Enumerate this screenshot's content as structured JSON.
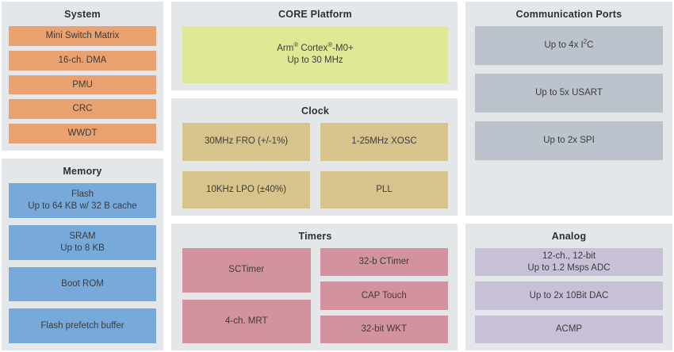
{
  "colors": {
    "panel_bg": "#e3e7ea",
    "system_block": "#e8a16f",
    "memory_block": "#77a9db",
    "core_block": "#dfe895",
    "clock_block": "#d6c48c",
    "timers_block": "#d2939f",
    "comm_block": "#bdc3cd",
    "analog_block": "#c7c0d7",
    "text": "#3c3c3c"
  },
  "system": {
    "title": "System",
    "items": [
      "Mini Switch Matrix",
      "16-ch. DMA",
      "PMU",
      "CRC",
      "WWDT"
    ]
  },
  "memory": {
    "title": "Memory",
    "items": [
      {
        "l1": "Flash",
        "l2": "Up to 64 KB w/ 32 B cache"
      },
      {
        "l1": "SRAM",
        "l2": "Up to 8 KB"
      },
      {
        "l1": "Boot ROM"
      },
      {
        "l1": "Flash prefetch buffer"
      }
    ]
  },
  "core": {
    "title": "CORE Platform",
    "p1": "Arm",
    "r1": "®",
    "p2": " Cortex",
    "r2": "®",
    "p3": "-M0+",
    "line2": "Up to 30 MHz"
  },
  "clock": {
    "title": "Clock",
    "items": [
      "30MHz FRO (+/-1%)",
      "1-25MHz XOSC",
      "10KHz LPO (±40%)",
      "PLL"
    ]
  },
  "timers": {
    "title": "Timers",
    "left": [
      "SCTimer",
      "4-ch. MRT"
    ],
    "right": [
      "32-b CTimer",
      "CAP Touch",
      "32-bit WKT"
    ]
  },
  "comm": {
    "title": "Communication Ports",
    "items": [
      {
        "pre": "Up to 4x I",
        "sup": "2",
        "post": "C"
      },
      {
        "text": "Up to 5x USART"
      },
      {
        "text": "Up to 2x SPI"
      }
    ]
  },
  "analog": {
    "title": "Analog",
    "items": [
      {
        "l1": "12-ch., 12-bit",
        "l2": "Up to 1.2 Msps ADC"
      },
      {
        "l1": "Up to 2x 10Bit DAC"
      },
      {
        "l1": "ACMP"
      }
    ]
  }
}
